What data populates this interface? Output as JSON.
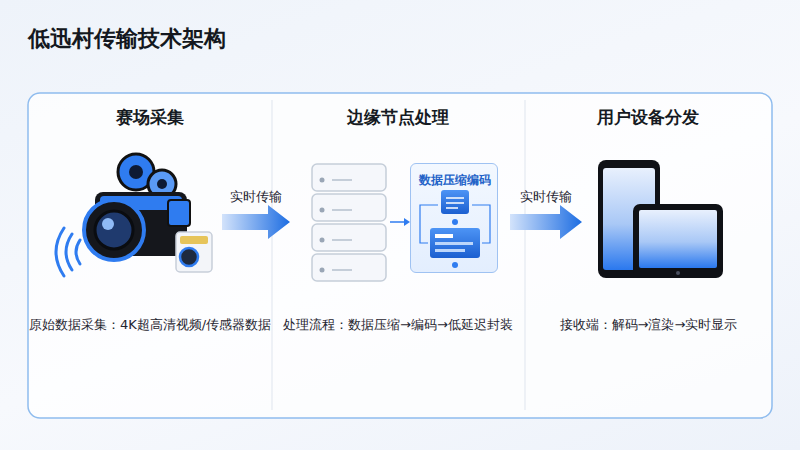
{
  "diagram": {
    "title": "低迅村传输技术架构",
    "nodes": [
      {
        "text": [
          "赛场采集",
          "原始数据采集：4K超高清视频/传感器数据"
        ]
      },
      {
        "text": [
          "边缘节点处理",
          "处理流程：数据压缩→编码→低延迟封装"
        ]
      },
      {
        "text": [
          "数据压缩编码"
        ],
        "in": 1
      },
      {
        "text": [
          "用户设备分发",
          "接收端：解码→渲染→实时显示"
        ]
      }
    ],
    "edges": [
      {
        "from": 0,
        "to": 1,
        "label": "实时传输",
        "arrow": "to"
      },
      {
        "from": 1,
        "to": 3,
        "label": "实时传输",
        "arrow": "to"
      }
    ]
  }
}
